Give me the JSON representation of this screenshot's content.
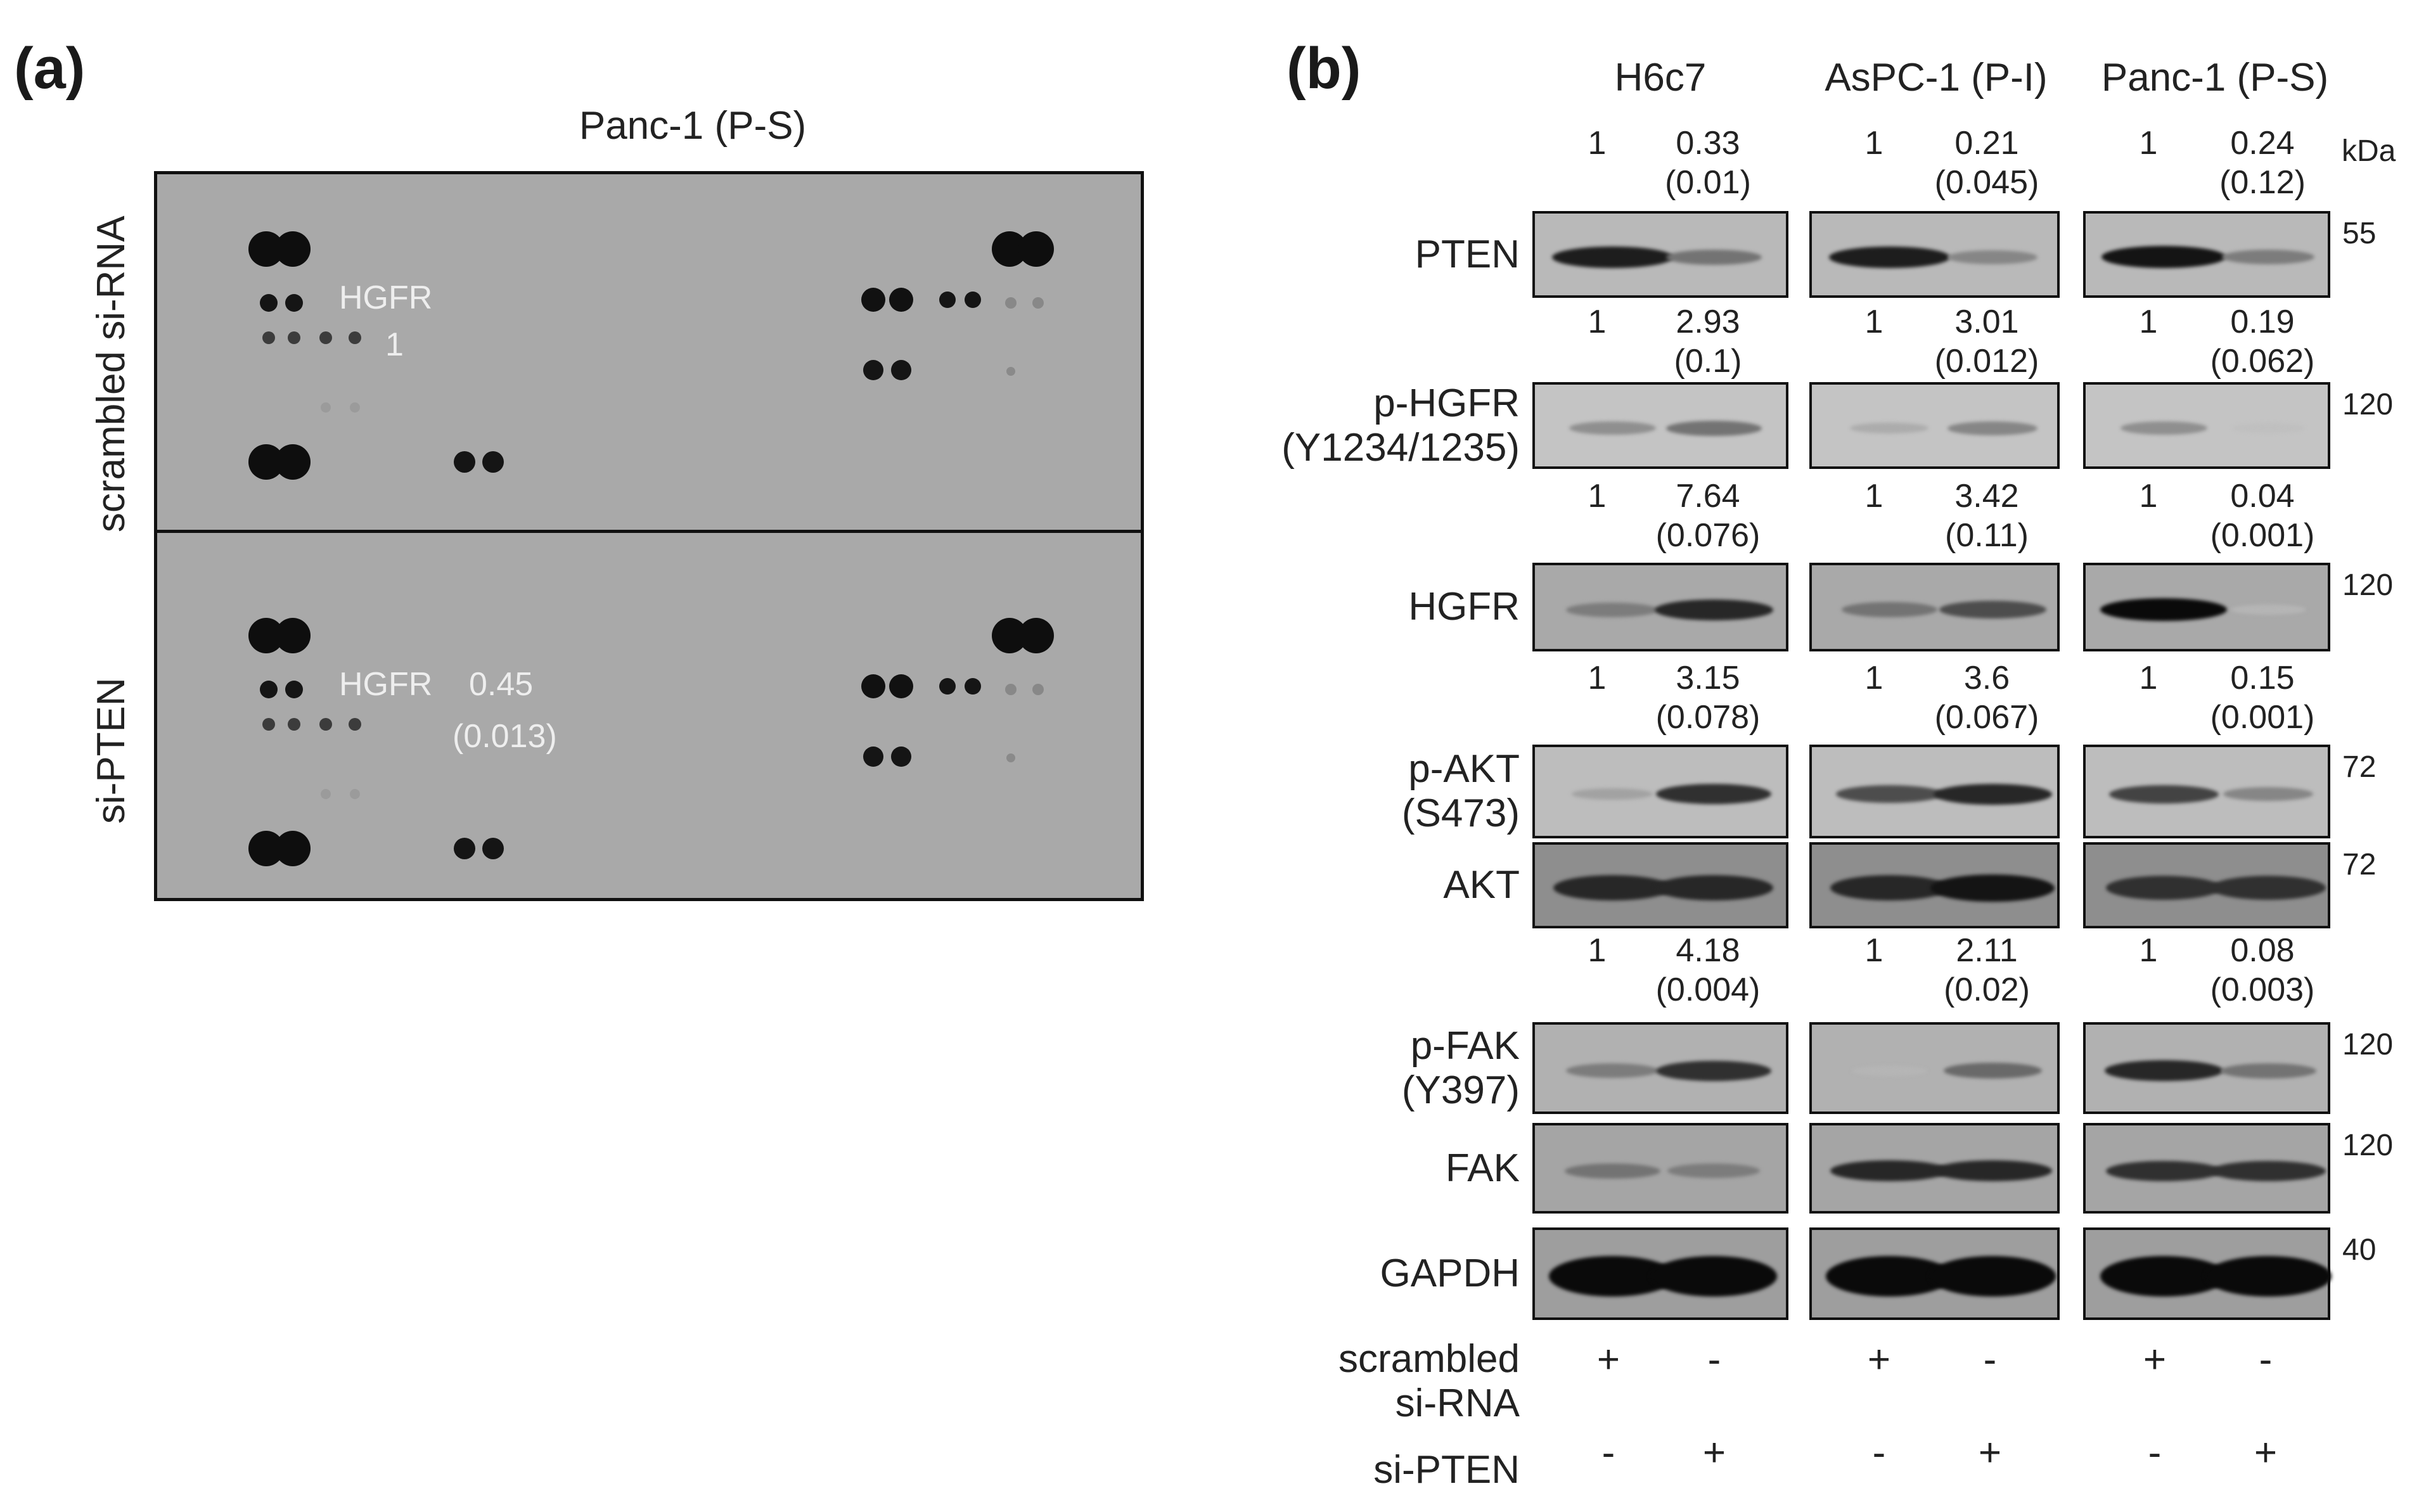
{
  "panel_a": {
    "label": "(a)",
    "title": "Panc-1 (P-S)",
    "rows": [
      {
        "condition": "scrambled si-RNA",
        "hgfr_label": "HGFR",
        "value": "1",
        "pvalue": ""
      },
      {
        "condition": "si-PTEN",
        "hgfr_label": "HGFR",
        "value": "0.45",
        "pvalue": "(0.013)"
      }
    ]
  },
  "panel_b": {
    "label": "(b)",
    "kda_header": "kDa",
    "cell_lines": [
      "H6c7",
      "AsPC-1 (P-I)",
      "Panc-1 (P-S)"
    ],
    "blots": [
      {
        "protein": [
          "PTEN"
        ],
        "kda": "55",
        "quant": [
          [
            "1",
            "0.33",
            "(0.01)"
          ],
          [
            "1",
            "0.21",
            "(0.045)"
          ],
          [
            "1",
            "0.24",
            "(0.12)"
          ]
        ]
      },
      {
        "protein": [
          "p-HGFR",
          "(Y1234/1235)"
        ],
        "kda": "120",
        "quant": [
          [
            "1",
            "2.93",
            "(0.1)"
          ],
          [
            "1",
            "3.01",
            "(0.012)"
          ],
          [
            "1",
            "0.19",
            "(0.062)"
          ]
        ]
      },
      {
        "protein": [
          "HGFR"
        ],
        "kda": "120",
        "quant": [
          [
            "1",
            "7.64",
            "(0.076)"
          ],
          [
            "1",
            "3.42",
            "(0.11)"
          ],
          [
            "1",
            "0.04",
            "(0.001)"
          ]
        ]
      },
      {
        "protein": [
          "p-AKT",
          "(S473)"
        ],
        "kda": "72",
        "quant": [
          [
            "1",
            "3.15",
            "(0.078)"
          ],
          [
            "1",
            "3.6",
            "(0.067)"
          ],
          [
            "1",
            "0.15",
            "(0.001)"
          ]
        ]
      },
      {
        "protein": [
          "AKT"
        ],
        "kda": "72",
        "quant": null
      },
      {
        "protein": [
          "p-FAK",
          "(Y397)"
        ],
        "kda": "120",
        "quant": [
          [
            "1",
            "4.18",
            "(0.004)"
          ],
          [
            "1",
            "2.11",
            "(0.02)"
          ],
          [
            "1",
            "0.08",
            "(0.003)"
          ]
        ]
      },
      {
        "protein": [
          "FAK"
        ],
        "kda": "120",
        "quant": null
      },
      {
        "protein": [
          "GAPDH"
        ],
        "kda": "40",
        "quant": null
      }
    ],
    "treatments": [
      {
        "label": [
          "scrambled",
          "si-RNA"
        ],
        "signs": [
          "+",
          "-",
          "+",
          "-",
          "+",
          "-"
        ]
      },
      {
        "label": [
          "si-PTEN"
        ],
        "signs": [
          "-",
          "+",
          "-",
          "+",
          "-",
          "+"
        ]
      }
    ]
  }
}
